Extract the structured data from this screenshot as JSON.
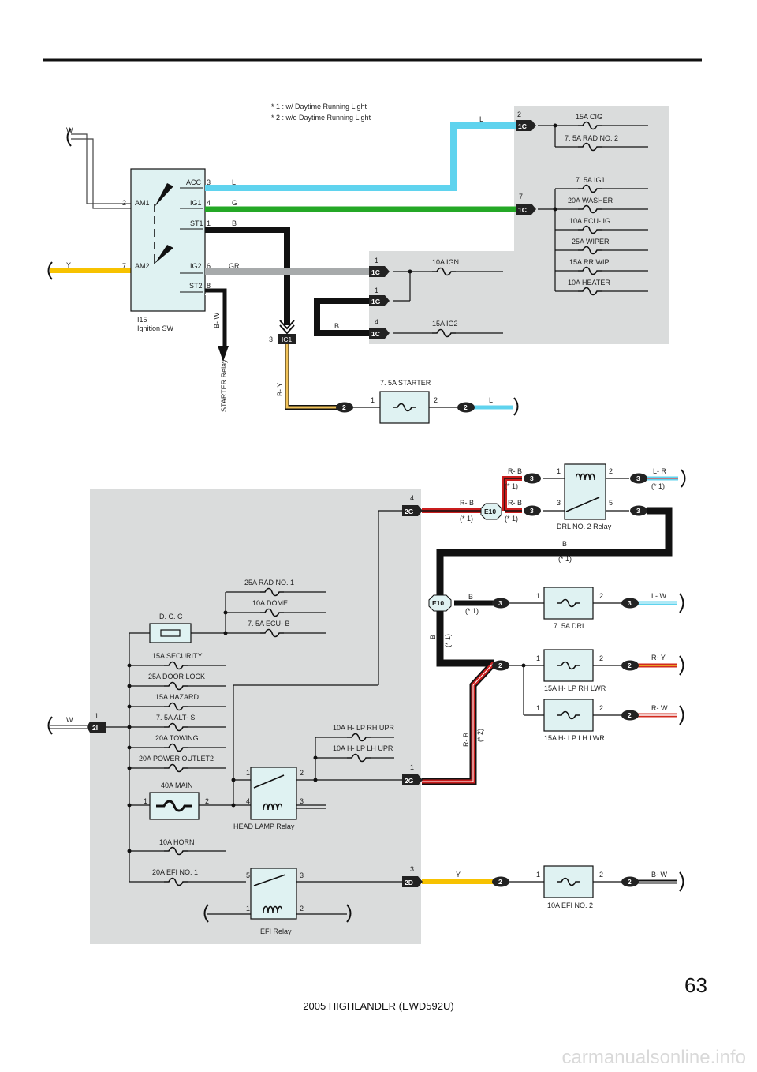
{
  "notes": {
    "n1": "* 1 : w/ Daytime Running Light",
    "n2": "* 2 : w/o Daytime Running Light"
  },
  "switch": {
    "code": "I15",
    "name": "Ignition SW",
    "pins": {
      "am1": "AM1",
      "am2": "AM2",
      "acc": "ACC",
      "ig1": "IG1",
      "st1": "ST1",
      "ig2": "IG2",
      "st2": "ST2"
    },
    "pin_nums": {
      "am1": "2",
      "am2": "7",
      "acc": "3",
      "ig1": "4",
      "st1": "1",
      "ig2": "6",
      "st2": "8"
    }
  },
  "wires": {
    "w": "W",
    "y": "Y",
    "l": "L",
    "g": "G",
    "b": "B",
    "gr": "GR",
    "bw": "B- W",
    "by": "B- Y",
    "rb": "R- B",
    "lr": "L- R",
    "lw": "L- W",
    "ry": "R- Y",
    "rw": "R- W",
    "bw2": "B- W",
    "star1": "(* 1)",
    "star2": "(* 2)"
  },
  "connectors": {
    "c1c": "1C",
    "c1g": "1G",
    "ic1": "IC1",
    "c2": "2",
    "c3": "3",
    "c2g": "2G",
    "c2i": "2I",
    "c2d": "2D",
    "e10": "E10"
  },
  "nums": {
    "n1": "1",
    "n2": "2",
    "n3": "3",
    "n4": "4",
    "n5": "5",
    "n7": "7"
  },
  "fuses_top": [
    "15A CIG",
    "7. 5A RAD NO. 2",
    "7. 5A IG1",
    "20A WASHER",
    "10A ECU- IG",
    "25A WIPER",
    "15A RR WIP",
    "10A HEATER",
    "10A IGN",
    "15A IG2",
    "7. 5A STARTER"
  ],
  "starter_relay": "STARTER Relay",
  "relays": {
    "drl2": "DRL NO. 2 Relay",
    "headlamp": "HEAD LAMP Relay",
    "efi": "EFI Relay"
  },
  "fuses_bottom": {
    "drl": "7. 5A DRL",
    "hlp_rh_lwr": "15A H- LP RH LWR",
    "hlp_lh_lwr": "15A H- LP LH LWR",
    "efi2": "10A EFI NO. 2",
    "rad1": "25A RAD NO. 1",
    "dome": "10A DOME",
    "ecub": "7. 5A ECU- B",
    "dcc": "D. C. C",
    "security": "15A SECURITY",
    "doorlock": "25A DOOR LOCK",
    "hazard": "15A HAZARD",
    "alts": "7. 5A ALT- S",
    "towing": "20A TOWING",
    "outlet": "20A POWER OUTLET2",
    "main": "40A MAIN",
    "horn": "10A HORN",
    "efi1": "20A EFI NO. 1",
    "hlp_rh_upr": "10A H- LP RH UPR",
    "hlp_lh_upr": "10A H- LP LH UPR"
  },
  "page_number": "63",
  "footer": "2005 HIGHLANDER (EWD592U)",
  "watermark": "carmanualsonline.info"
}
